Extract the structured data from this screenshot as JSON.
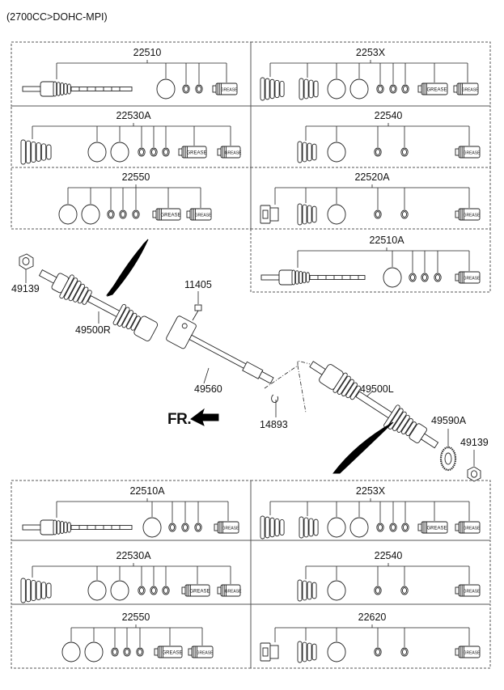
{
  "subtitle": "(2700CC>DOHC-MPI)",
  "kits": {
    "top_left_1": "22510",
    "top_right_1": "2253X",
    "top_left_2": "22530A",
    "top_right_2": "22540",
    "top_left_3": "22550",
    "top_right_3": "22520A",
    "top_right_4": "22510A",
    "bot_left_1": "22510A",
    "bot_right_1": "2253X",
    "bot_left_2": "22530A",
    "bot_right_2": "22540",
    "bot_left_3": "22550",
    "bot_right_3": "22620"
  },
  "parts": {
    "nut_right": "49139",
    "shaft_right": "49500R",
    "bolt": "11405",
    "intermediate_shaft": "49560",
    "shaft_left": "49500L",
    "tone_wheel": "49590A",
    "nut_left": "49139",
    "snap_ring": "14893"
  },
  "front_label": "FR.",
  "grease_label": "GREASE"
}
